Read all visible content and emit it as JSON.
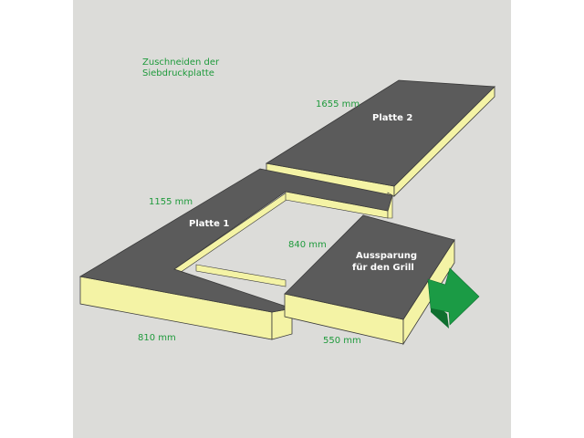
{
  "title_line1": "Zuschneiden der",
  "title_line2": "Siebdruckplatte",
  "plates": {
    "plate1_label": "Platte 1",
    "plate2_label": "Platte 2",
    "cutout_label_line1": "Aussparung",
    "cutout_label_line2": "für den Grill"
  },
  "dimensions": {
    "d1655": "1655 mm",
    "d1155": "1155 mm",
    "d840": "840 mm",
    "d810": "810 mm",
    "d550": "550 mm"
  },
  "colors": {
    "background": "#dcdcd9",
    "board_top": "#5b5b5b",
    "board_edge": "#f4f3a5",
    "edge_outline": "#3a3a3a",
    "text_green": "#1f9a3c",
    "arrow": "#1b9b45",
    "label_white": "#ffffff"
  },
  "icons": {
    "arrow": "direction-arrow-icon"
  }
}
